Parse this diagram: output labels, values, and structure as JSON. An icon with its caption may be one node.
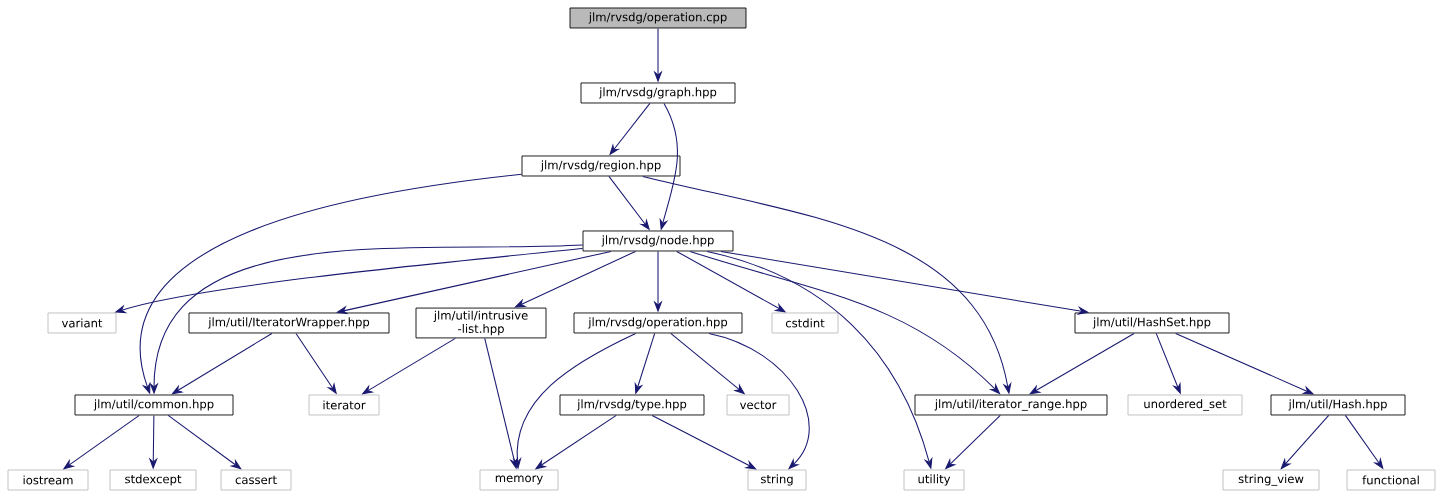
{
  "diagram": {
    "nodes": [
      {
        "text": [
          "jlm/rvsdg/operation.cpp"
        ]
      },
      {
        "text": [
          "jlm/rvsdg/graph.hpp"
        ]
      },
      {
        "text": [
          "jlm/rvsdg/region.hpp"
        ]
      },
      {
        "text": [
          "jlm/rvsdg/node.hpp"
        ]
      },
      {
        "text": [
          "variant"
        ]
      },
      {
        "text": [
          "jlm/util/IteratorWrapper.hpp"
        ]
      },
      {
        "text": [
          "jlm/util/intrusive -list.hpp"
        ]
      },
      {
        "text": [
          "jlm/rvsdg/operation.hpp"
        ]
      },
      {
        "text": [
          "cstdint"
        ]
      },
      {
        "text": [
          "jlm/util/HashSet.hpp"
        ]
      },
      {
        "text": [
          "jlm/util/common.hpp"
        ]
      },
      {
        "text": [
          "iterator"
        ]
      },
      {
        "text": [
          "jlm/rvsdg/type.hpp"
        ]
      },
      {
        "text": [
          "vector"
        ]
      },
      {
        "text": [
          "jlm/util/iterator_range.hpp"
        ]
      },
      {
        "text": [
          "unordered_set"
        ]
      },
      {
        "text": [
          "jlm/util/Hash.hpp"
        ]
      },
      {
        "text": [
          "iostream"
        ]
      },
      {
        "text": [
          "stdexcept"
        ]
      },
      {
        "text": [
          "cassert"
        ]
      },
      {
        "text": [
          "memory"
        ]
      },
      {
        "text": [
          "string"
        ]
      },
      {
        "text": [
          "utility"
        ]
      },
      {
        "text": [
          "string_view"
        ]
      },
      {
        "text": [
          "functional"
        ]
      }
    ],
    "edges": [
      {
        "from": 0,
        "to": 1,
        "arrow": "to"
      },
      {
        "from": 1,
        "to": 2,
        "arrow": "to"
      },
      {
        "from": 1,
        "to": 3,
        "arrow": "to"
      },
      {
        "from": 2,
        "to": 10,
        "arrow": "to"
      },
      {
        "from": 2,
        "to": 3,
        "arrow": "to"
      },
      {
        "from": 2,
        "to": 14,
        "arrow": "to"
      },
      {
        "from": 3,
        "to": 4,
        "arrow": "to"
      },
      {
        "from": 3,
        "to": 10,
        "arrow": "to"
      },
      {
        "from": 3,
        "to": 5,
        "arrow": "to"
      },
      {
        "from": 3,
        "to": 6,
        "arrow": "to"
      },
      {
        "from": 3,
        "to": 7,
        "arrow": "to"
      },
      {
        "from": 3,
        "to": 8,
        "arrow": "to"
      },
      {
        "from": 3,
        "to": 22,
        "arrow": "to"
      },
      {
        "from": 3,
        "to": 14,
        "arrow": "to"
      },
      {
        "from": 3,
        "to": 9,
        "arrow": "to"
      },
      {
        "from": 5,
        "to": 10,
        "arrow": "to"
      },
      {
        "from": 5,
        "to": 11,
        "arrow": "to"
      },
      {
        "from": 6,
        "to": 11,
        "arrow": "to"
      },
      {
        "from": 6,
        "to": 20,
        "arrow": "to"
      },
      {
        "from": 7,
        "to": 20,
        "arrow": "to"
      },
      {
        "from": 7,
        "to": 12,
        "arrow": "to"
      },
      {
        "from": 7,
        "to": 13,
        "arrow": "to"
      },
      {
        "from": 7,
        "to": 21,
        "arrow": "to"
      },
      {
        "from": 9,
        "to": 14,
        "arrow": "to"
      },
      {
        "from": 9,
        "to": 15,
        "arrow": "to"
      },
      {
        "from": 9,
        "to": 16,
        "arrow": "to"
      },
      {
        "from": 10,
        "to": 17,
        "arrow": "to"
      },
      {
        "from": 10,
        "to": 18,
        "arrow": "to"
      },
      {
        "from": 10,
        "to": 19,
        "arrow": "to"
      },
      {
        "from": 12,
        "to": 20,
        "arrow": "to"
      },
      {
        "from": 12,
        "to": 21,
        "arrow": "to"
      },
      {
        "from": 14,
        "to": 22,
        "arrow": "to"
      },
      {
        "from": 16,
        "to": 23,
        "arrow": "to"
      },
      {
        "from": 16,
        "to": 24,
        "arrow": "to"
      }
    ]
  }
}
